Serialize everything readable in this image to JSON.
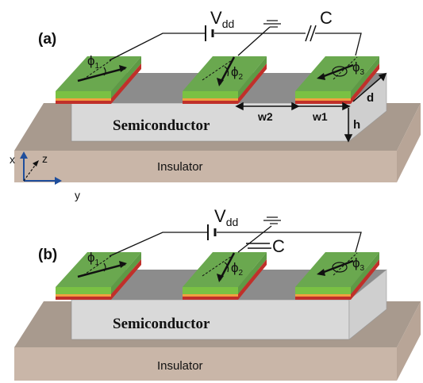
{
  "panels": [
    {
      "label": "(a)",
      "semiconductor": "Semiconductor",
      "insulator": "Insulator",
      "vdd_main": "V",
      "vdd_sub": "dd",
      "capacitor": "C",
      "phases": [
        {
          "sym": "ϕ",
          "sub": "1"
        },
        {
          "sym": "ϕ",
          "sub": "2"
        },
        {
          "sym": "ϕ",
          "sub": "3"
        }
      ],
      "dims": {
        "w2": "w2",
        "w1": "w1",
        "d": "d",
        "h": "h"
      },
      "axes": {
        "x": "x",
        "y": "y",
        "z": "z"
      }
    },
    {
      "label": "(b)",
      "semiconductor": "Semiconductor",
      "insulator": "Insulator",
      "vdd_main": "V",
      "vdd_sub": "dd",
      "capacitor": "C",
      "phases": [
        {
          "sym": "ϕ",
          "sub": "1"
        },
        {
          "sym": "ϕ",
          "sub": "2"
        },
        {
          "sym": "ϕ",
          "sub": "3"
        }
      ]
    }
  ],
  "colors": {
    "insulator_top": "#a89a8e",
    "insulator_front": "#c9b6a8",
    "semi_top": "#8c8c8c",
    "semi_front": "#d9d9d9",
    "semi_side": "#cfcfcf",
    "layer_top": "#6aa84f",
    "layer_green": "#7ac143",
    "layer_orange": "#f0a040",
    "layer_red": "#c0302a",
    "axis": "#1f4e9c"
  }
}
